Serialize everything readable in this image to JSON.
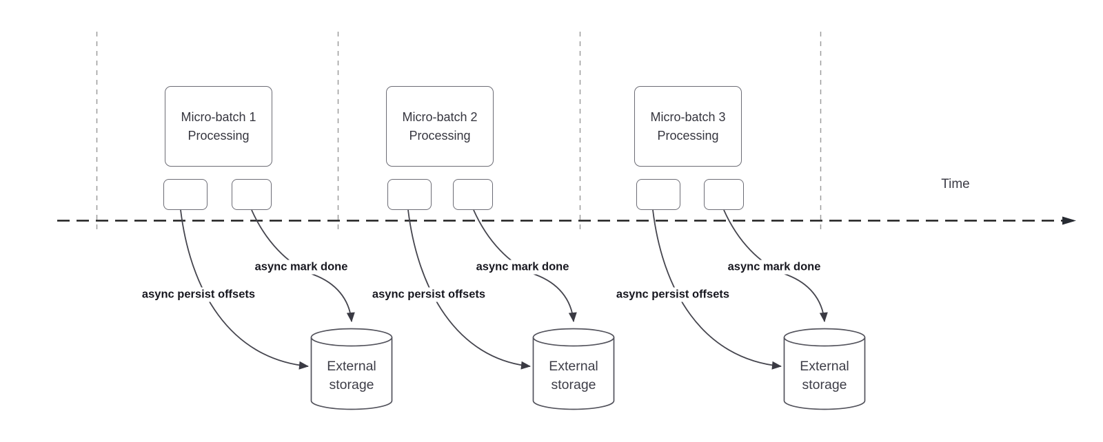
{
  "diagram": {
    "time_axis_label": "Time",
    "columns": [
      {
        "process_label": "Micro-batch 1 Processing",
        "persist_arrow_label": "async persist offsets",
        "done_arrow_label": "async mark done",
        "storage_label": "External storage"
      },
      {
        "process_label": "Micro-batch 2 Processing",
        "persist_arrow_label": "async persist offsets",
        "done_arrow_label": "async mark done",
        "storage_label": "External storage"
      },
      {
        "process_label": "Micro-batch 3 Processing",
        "persist_arrow_label": "async persist offsets",
        "done_arrow_label": "async mark done",
        "storage_label": "External storage"
      }
    ],
    "colors": {
      "axis_line": "#1d1d1d",
      "divider_line": "#9c9c9c",
      "arrow_line": "#45454e",
      "shape_border": "#6b6b74",
      "shape_text": "#36363f",
      "label_text": "#17171f"
    }
  }
}
